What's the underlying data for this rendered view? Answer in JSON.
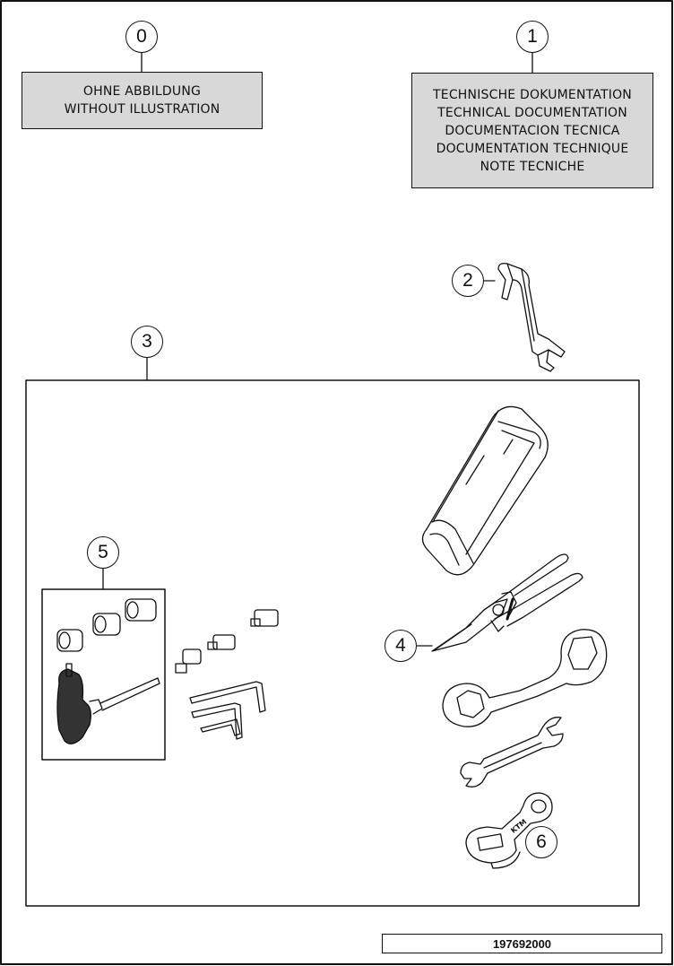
{
  "callouts": {
    "c0": "0",
    "c1": "1",
    "c2": "2",
    "c3": "3",
    "c4": "4",
    "c5": "5",
    "c6": "6"
  },
  "box0": {
    "line1": "OHNE ABBILDUNG",
    "line2": "WITHOUT ILLUSTRATION"
  },
  "box1": {
    "line1": "TECHNISCHE DOKUMENTATION",
    "line2": "TECHNICAL DOCUMENTATION",
    "line3": "DOCUMENTACION TECNICA",
    "line4": "DOCUMENTATION TECHNIQUE",
    "line5": "NOTE TECNICHE"
  },
  "part_number": "197692000",
  "wrench_brand": "KTM",
  "colors": {
    "line": "#111111",
    "label_fill": "#d8d8d8",
    "background": "#ffffff"
  }
}
